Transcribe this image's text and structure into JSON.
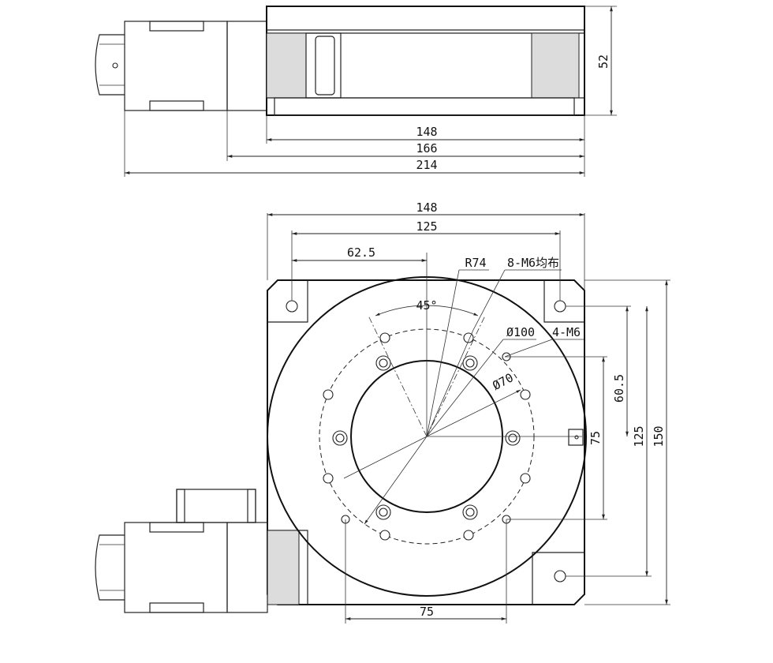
{
  "top_view": {
    "dims": {
      "height": "52",
      "top_width": "148",
      "mid_width": "166",
      "total_length": "214"
    }
  },
  "front_view": {
    "dims": {
      "width_148": "148",
      "width_125": "125",
      "offset_62_5": "62.5",
      "radius": "R74",
      "bolt_circle_holes": "8-M6均布",
      "angle": "45°",
      "bolt_circle_dia": "Ø100",
      "corner_holes": "4-M6",
      "inner_bore_dia": "Ø70",
      "v_60_5": "60.5",
      "v_75": "75",
      "v_125": "125",
      "v_150": "150",
      "bottom_75": "75"
    }
  }
}
